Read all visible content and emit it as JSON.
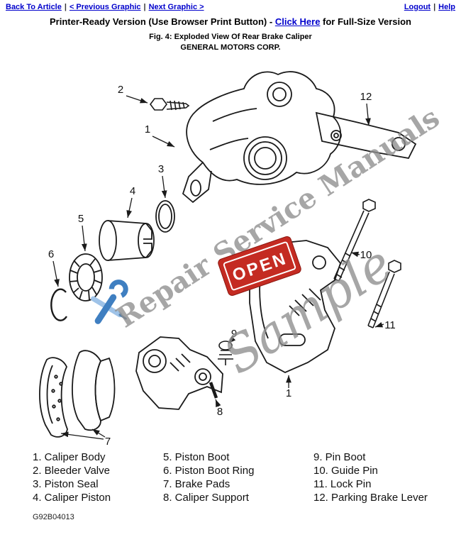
{
  "nav": {
    "back": "Back To Article",
    "previous": "< Previous Graphic",
    "next": "Next Graphic >",
    "logout": "Logout",
    "help": "Help",
    "separator": "|"
  },
  "title": {
    "prefix": "Printer-Ready Version (Use Browser Print Button) - ",
    "link": "Click Here",
    "suffix": " for Full-Size Version"
  },
  "figure": {
    "caption": "Fig. 4: Exploded View Of Rear Brake Caliper",
    "company": "GENERAL MOTORS CORP.",
    "doc_number": "G92B04013"
  },
  "diagram": {
    "callouts": {
      "c1_top": "1",
      "c2": "2",
      "c3": "3",
      "c4": "4",
      "c5": "5",
      "c6": "6",
      "c7": "7",
      "c8": "8",
      "c9": "9",
      "c10": "10",
      "c11": "11",
      "c12": "12",
      "c1_bottom": "1"
    },
    "watermark_line": "Repair Service Manuals",
    "watermark_sample": "Sample",
    "open_sign_text": "OPEN"
  },
  "legend": {
    "col1": [
      "1. Caliper Body",
      "2. Bleeder Valve",
      "3. Piston Seal",
      "4. Caliper Piston"
    ],
    "col2": [
      "5. Piston Boot",
      "6. Piston Boot Ring",
      "7. Brake Pads",
      "8. Caliper Support"
    ],
    "col3": [
      "9. Pin Boot",
      "10. Guide Pin",
      "11. Lock Pin",
      "12. Parking Brake Lever"
    ]
  },
  "colors": {
    "link_blue": "#0000cc",
    "watermark_gray": "#8e8e8e",
    "open_sign_red": "#c42b22",
    "tool_blue": "#3f7fc1"
  }
}
